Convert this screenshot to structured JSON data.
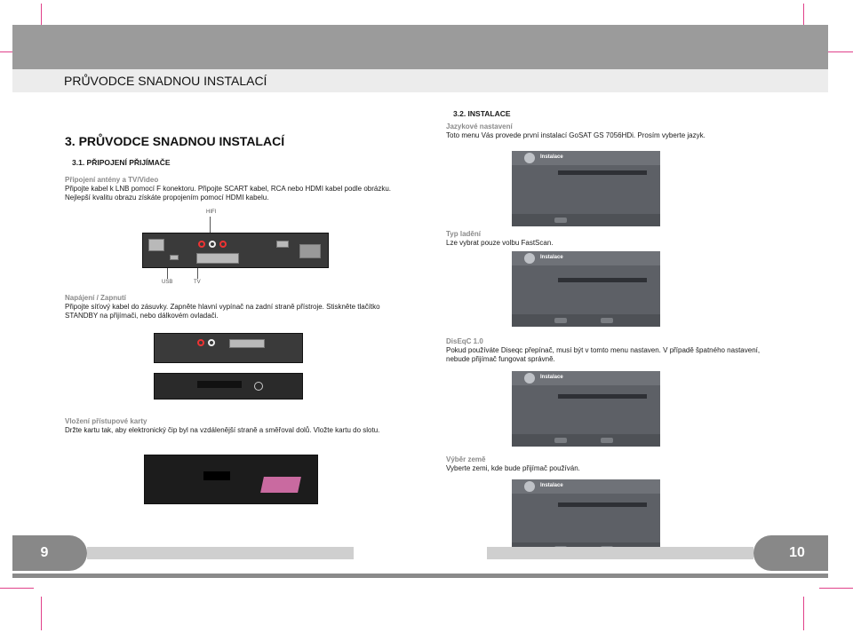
{
  "header": {
    "title": "PRŮVODCE SNADNOU INSTALACÍ"
  },
  "left": {
    "heading": "3. PRŮVODCE SNADNOU INSTALACÍ",
    "subheading": "3.1. PŘIPOJENÍ PŘIJÍMAČE",
    "sections": [
      {
        "label": "Připojení antény a TV/Video",
        "lines": [
          "Připojte kabel k LNB pomocí F konektoru. Připojte SCART kabel, RCA nebo HDMI kabel podle obrázku.",
          "Nejlepší kvalitu obrazu získáte propojením pomocí HDMI kabelu."
        ]
      },
      {
        "label": "Napájení / Zapnutí",
        "lines": [
          "Připojte síťový kabel do zásuvky. Zapněte hlavní vypínač na zadní straně přístroje. Stiskněte tlačítko",
          "STANDBY na přijímači, nebo dálkovém ovladači."
        ]
      },
      {
        "label": "Vložení přístupové karty",
        "lines": [
          "Držte kartu tak, aby elektronický čip byl na vzdálenější straně a směřoval dolů. Vložte kartu do slotu."
        ]
      }
    ],
    "diagram_labels": {
      "hifi": "HIFI",
      "usb": "USB",
      "tv": "TV"
    }
  },
  "right": {
    "heading": "3.2. INSTALACE",
    "sections": [
      {
        "label": "Jazykové nastavení",
        "lines": [
          "Toto menu Vás provede první instalací GoSAT GS 7056HDi. Prosím vyberte jazyk."
        ]
      },
      {
        "label": "Typ ladění",
        "lines": [
          "Lze vybrat pouze volbu FastScan."
        ]
      },
      {
        "label": "DisEqC 1.0",
        "lines": [
          "Pokud používáte Diseqc přepínač, musí být v tomto menu nastaven. V případě špatného nastavení,",
          "nebude přijímač fungovat správně."
        ]
      },
      {
        "label": "Výběr země",
        "lines": [
          "Vyberte zemi, kde bude přijímač používán."
        ]
      }
    ],
    "screen_title": "Instalace"
  },
  "pages": {
    "left": "9",
    "right": "10"
  },
  "colors": {
    "band": "#9b9b9b",
    "label_gray": "#8a8a8a",
    "crop_mark": "#e0408a"
  }
}
